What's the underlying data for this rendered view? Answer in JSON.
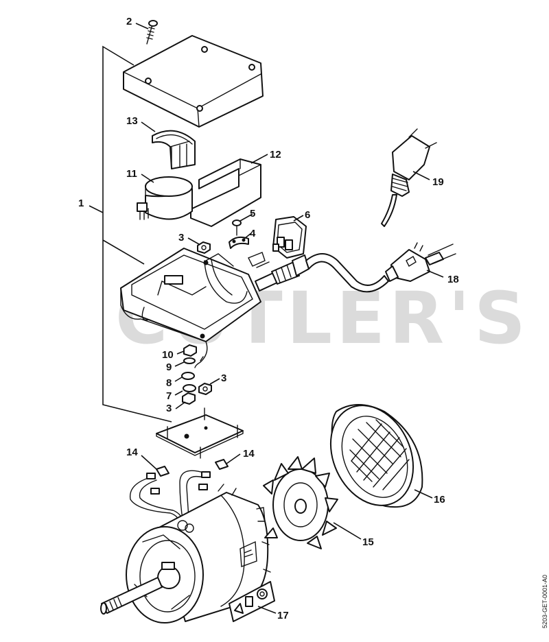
{
  "watermark": "CUTLER'S",
  "document_code": "5203-GET-0001-A0",
  "callouts": {
    "c1": "1",
    "c2": "2",
    "c3a": "3",
    "c3b": "3",
    "c3c": "3",
    "c4": "4",
    "c5": "5",
    "c6": "6",
    "c7": "7",
    "c8": "8",
    "c9": "9",
    "c10": "10",
    "c11": "11",
    "c12": "12",
    "c13": "13",
    "c14a": "14",
    "c14b": "14",
    "c15": "15",
    "c16": "16",
    "c17": "17",
    "c18": "18",
    "c19": "19"
  }
}
